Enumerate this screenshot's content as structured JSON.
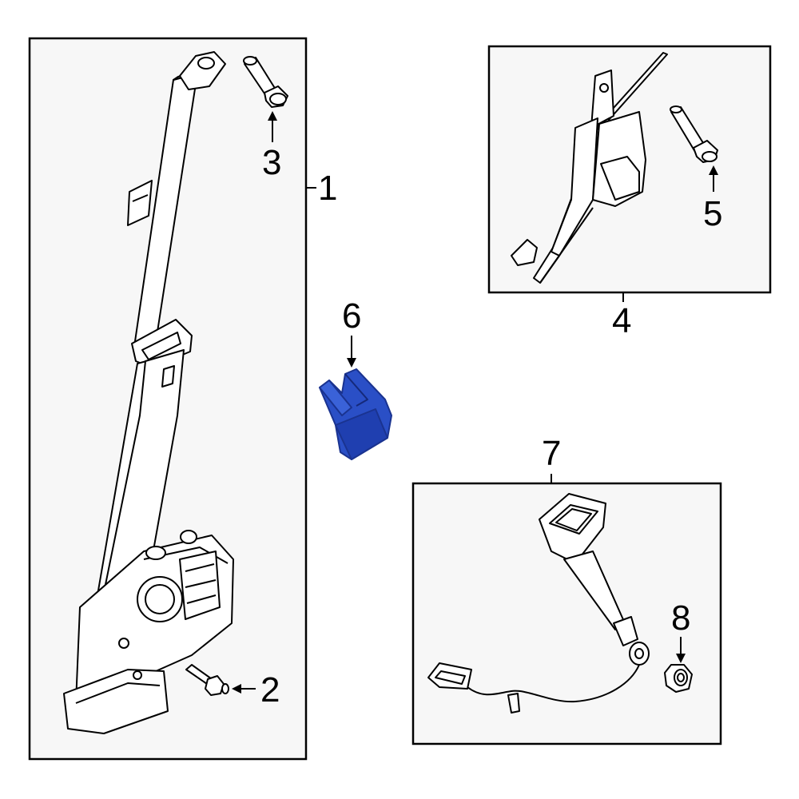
{
  "callouts": {
    "c1": "1",
    "c2": "2",
    "c3": "3",
    "c4": "4",
    "c5": "5",
    "c6": "6",
    "c7": "7",
    "c8": "8"
  },
  "colors": {
    "line": "#000000",
    "box_fill": "#f7f7f7",
    "part_fill": "#ffffff",
    "highlight": "#2a4fc6",
    "highlight_dark": "#1a3390"
  }
}
